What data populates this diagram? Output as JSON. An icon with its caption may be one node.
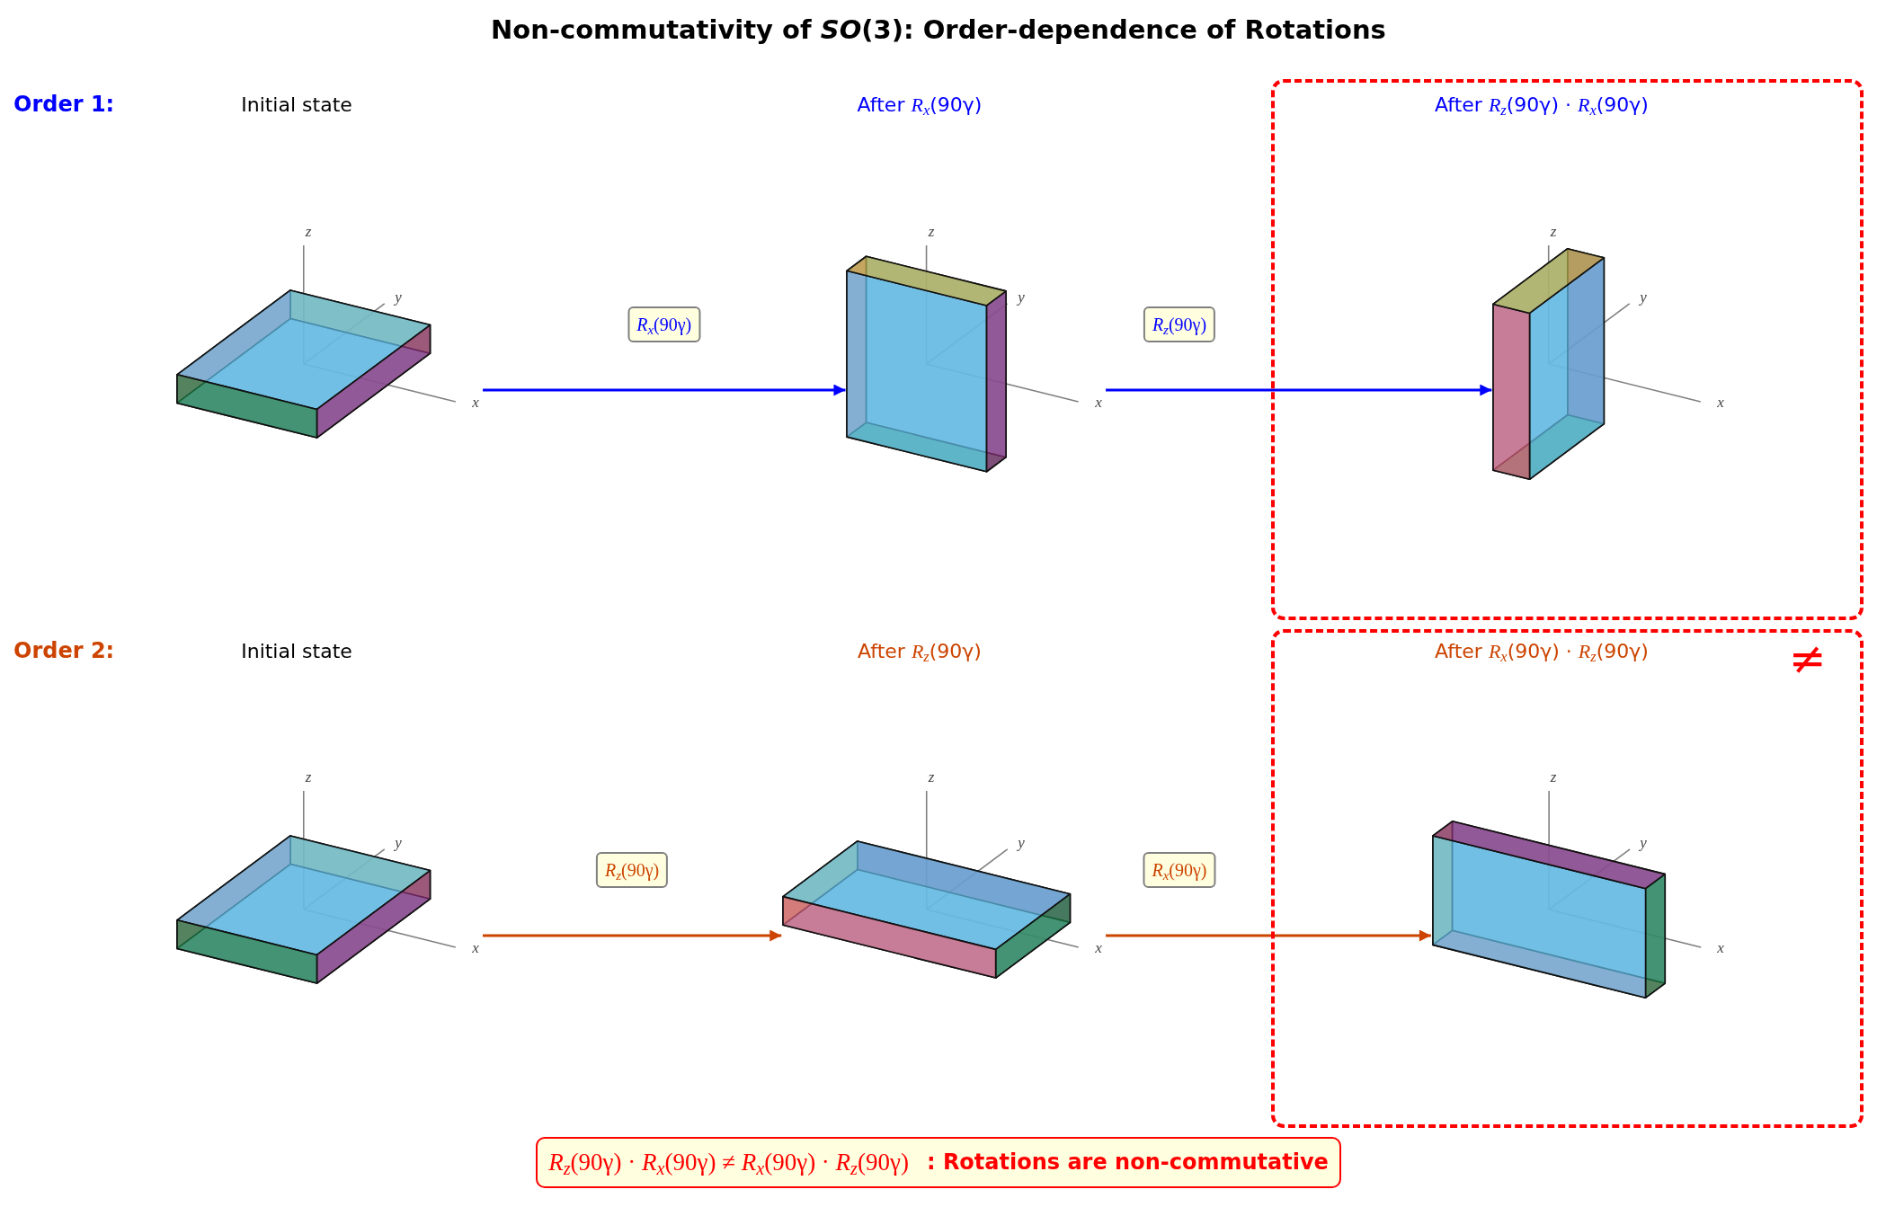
{
  "diagram": {
    "title": "Non-commutativity of *SO*(3): Order-dependence of Rotations",
    "nodes": [
      {
        "text": [
          "z",
          "y",
          "x"
        ]
      },
      {
        "text": [
          "z",
          "y",
          "x"
        ]
      },
      {
        "text": [],
        "shape": "box"
      },
      {
        "text": [
          "z",
          "y",
          "x"
        ],
        "in": 2
      },
      {
        "text": [
          "z",
          "y",
          "x"
        ]
      },
      {
        "text": [
          "z",
          "y",
          "x"
        ]
      },
      {
        "text": [],
        "shape": "box"
      },
      {
        "text": [
          "z",
          "y",
          "x"
        ],
        "in": 6
      },
      {
        "text": [
          "*R*$_{z}$(90γ) · *R*$_{x}$(90γ) ≠ *R*$_{x}$(90γ) · *R*$_{z}$(90γ)",
          ": Rotations are non-commutative"
        ]
      }
    ],
    "edges": [
      {
        "from": 0,
        "to": 1,
        "arrow": "to",
        "label": "*R*$_{x}$(90γ)",
        "color": "#0000ff"
      },
      {
        "from": 1,
        "to": 3,
        "arrow": "to",
        "label": "*R*$_{z}$(90γ)",
        "color": "#0000ff"
      },
      {
        "from": 4,
        "to": 5,
        "arrow": "to",
        "label": "*R*$_{z}$(90γ)",
        "color": "#cc4400"
      },
      {
        "from": 5,
        "to": 7,
        "arrow": "to",
        "label": "*R*$_{x}$(90γ)",
        "color": "#cc4400"
      }
    ],
    "labels": [
      "Order 1:",
      "Initial state",
      "After *R*$_{x}$(90γ)",
      "After *R*$_{z}$(90γ) · *R*$_{x}$(90γ)",
      "Order 2:",
      "Initial state",
      "After *R*$_{z}$(90γ)",
      "After *R*$_{x}$(90γ) · *R*$_{z}$(90γ)",
      "≠"
    ]
  }
}
